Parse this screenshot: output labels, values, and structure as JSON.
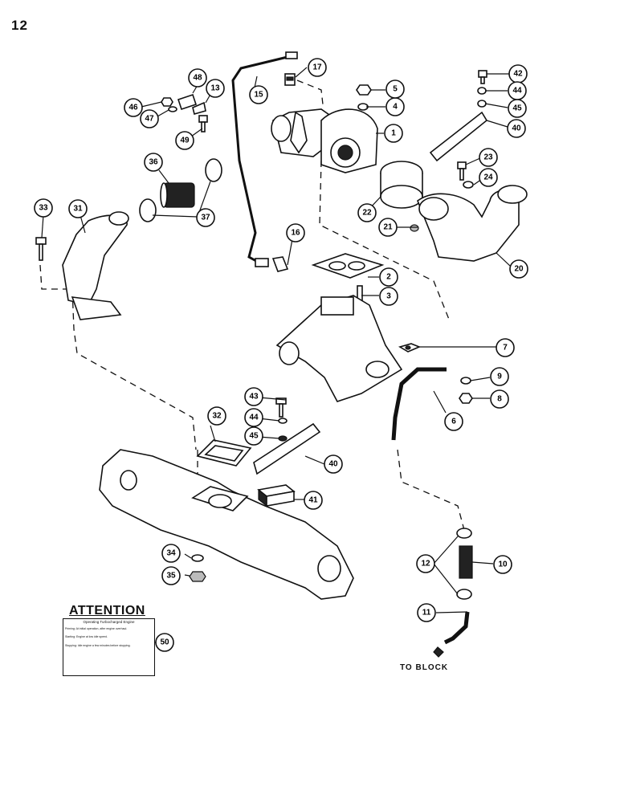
{
  "page_number": "12",
  "attention": {
    "title": "ATTENTION",
    "subtitle": "Operating Turbocharged Engine",
    "lines": [
      "Priming: At initial operation, after engine overhaul.",
      "Starting: Engine at low idle speed.",
      "Stopping: Idle engine a few minutes before stopping."
    ]
  },
  "to_block_label": "TO BLOCK",
  "callouts": [
    "1",
    "2",
    "3",
    "4",
    "5",
    "6",
    "7",
    "8",
    "9",
    "10",
    "11",
    "12",
    "13",
    "15",
    "16",
    "17",
    "20",
    "21",
    "22",
    "23",
    "24",
    "31",
    "32",
    "33",
    "34",
    "35",
    "36",
    "37",
    "40",
    "41",
    "42",
    "43",
    "44",
    "45",
    "46",
    "47",
    "48",
    "49",
    "50"
  ]
}
